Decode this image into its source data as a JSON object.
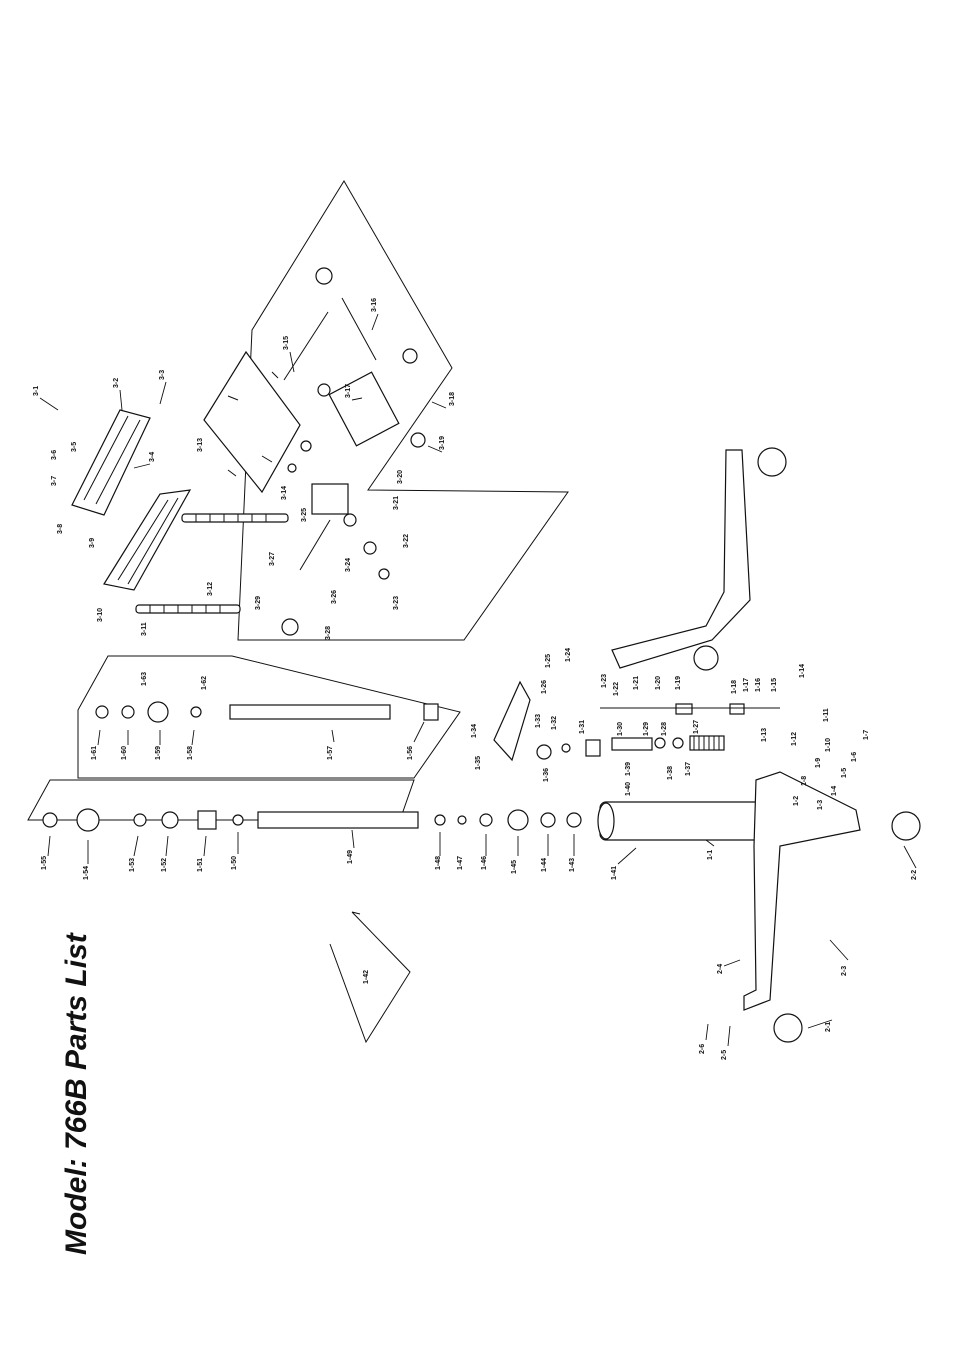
{
  "title": "Model: 766B  Parts List",
  "labels": {
    "l_3_1": "3-1",
    "l_3_2": "3-2",
    "l_3_3": "3-3",
    "l_3_4": "3-4",
    "l_3_5": "3-5",
    "l_3_6": "3-6",
    "l_3_7": "3-7",
    "l_3_8": "3-8",
    "l_3_9": "3-9",
    "l_3_10": "3-10",
    "l_3_11": "3-11",
    "l_3_12": "3-12",
    "l_3_13": "3-13",
    "l_3_14": "3-14",
    "l_3_15": "3-15",
    "l_3_16": "3-16",
    "l_3_17": "3-17",
    "l_3_18": "3-18",
    "l_3_19": "3-19",
    "l_3_20": "3-20",
    "l_3_21": "3-21",
    "l_3_22": "3-22",
    "l_3_23": "3-23",
    "l_3_24": "3-24",
    "l_3_25": "3-25",
    "l_3_26": "3-26",
    "l_3_27": "3-27",
    "l_3_28": "3-28",
    "l_3_29": "3-29",
    "l_1_1": "1-1",
    "l_1_2": "1-2",
    "l_1_3": "1-3",
    "l_1_4": "1-4",
    "l_1_5": "1-5",
    "l_1_6": "1-6",
    "l_1_7": "1-7",
    "l_1_8": "1-8",
    "l_1_9": "1-9",
    "l_1_10": "1-10",
    "l_1_11": "1-11",
    "l_1_12": "1-12",
    "l_1_13": "1-13",
    "l_1_14": "1-14",
    "l_1_15": "1-15",
    "l_1_16": "1-16",
    "l_1_17": "1-17",
    "l_1_18": "1-18",
    "l_1_19": "1-19",
    "l_1_20": "1-20",
    "l_1_21": "1-21",
    "l_1_22": "1-22",
    "l_1_23": "1-23",
    "l_1_24": "1-24",
    "l_1_25": "1-25",
    "l_1_26": "1-26",
    "l_1_27": "1-27",
    "l_1_28": "1-28",
    "l_1_29": "1-29",
    "l_1_30": "1-30",
    "l_1_31": "1-31",
    "l_1_32": "1-32",
    "l_1_33": "1-33",
    "l_1_34": "1-34",
    "l_1_35": "1-35",
    "l_1_36": "1-36",
    "l_1_37": "1-37",
    "l_1_38": "1-38",
    "l_1_39": "1-39",
    "l_1_40": "1-40",
    "l_1_41": "1-41",
    "l_1_42": "1-42",
    "l_1_43": "1-43",
    "l_1_44": "1-44",
    "l_1_45": "1-45",
    "l_1_46": "1-46",
    "l_1_47": "1-47",
    "l_1_48": "1-48",
    "l_1_49": "1-49",
    "l_1_50": "1-50",
    "l_1_51": "1-51",
    "l_1_52": "1-52",
    "l_1_53": "1-53",
    "l_1_54": "1-54",
    "l_1_55": "1-55",
    "l_1_56": "1-56",
    "l_1_57": "1-57",
    "l_1_58": "1-58",
    "l_1_59": "1-59",
    "l_1_60": "1-60",
    "l_1_61": "1-61",
    "l_1_62": "1-62",
    "l_1_63": "1-63",
    "l_2_1": "2-1",
    "l_2_2": "2-2",
    "l_2_3": "2-3",
    "l_2_4": "2-4",
    "l_2_5": "2-5",
    "l_2_6": "2-6"
  }
}
